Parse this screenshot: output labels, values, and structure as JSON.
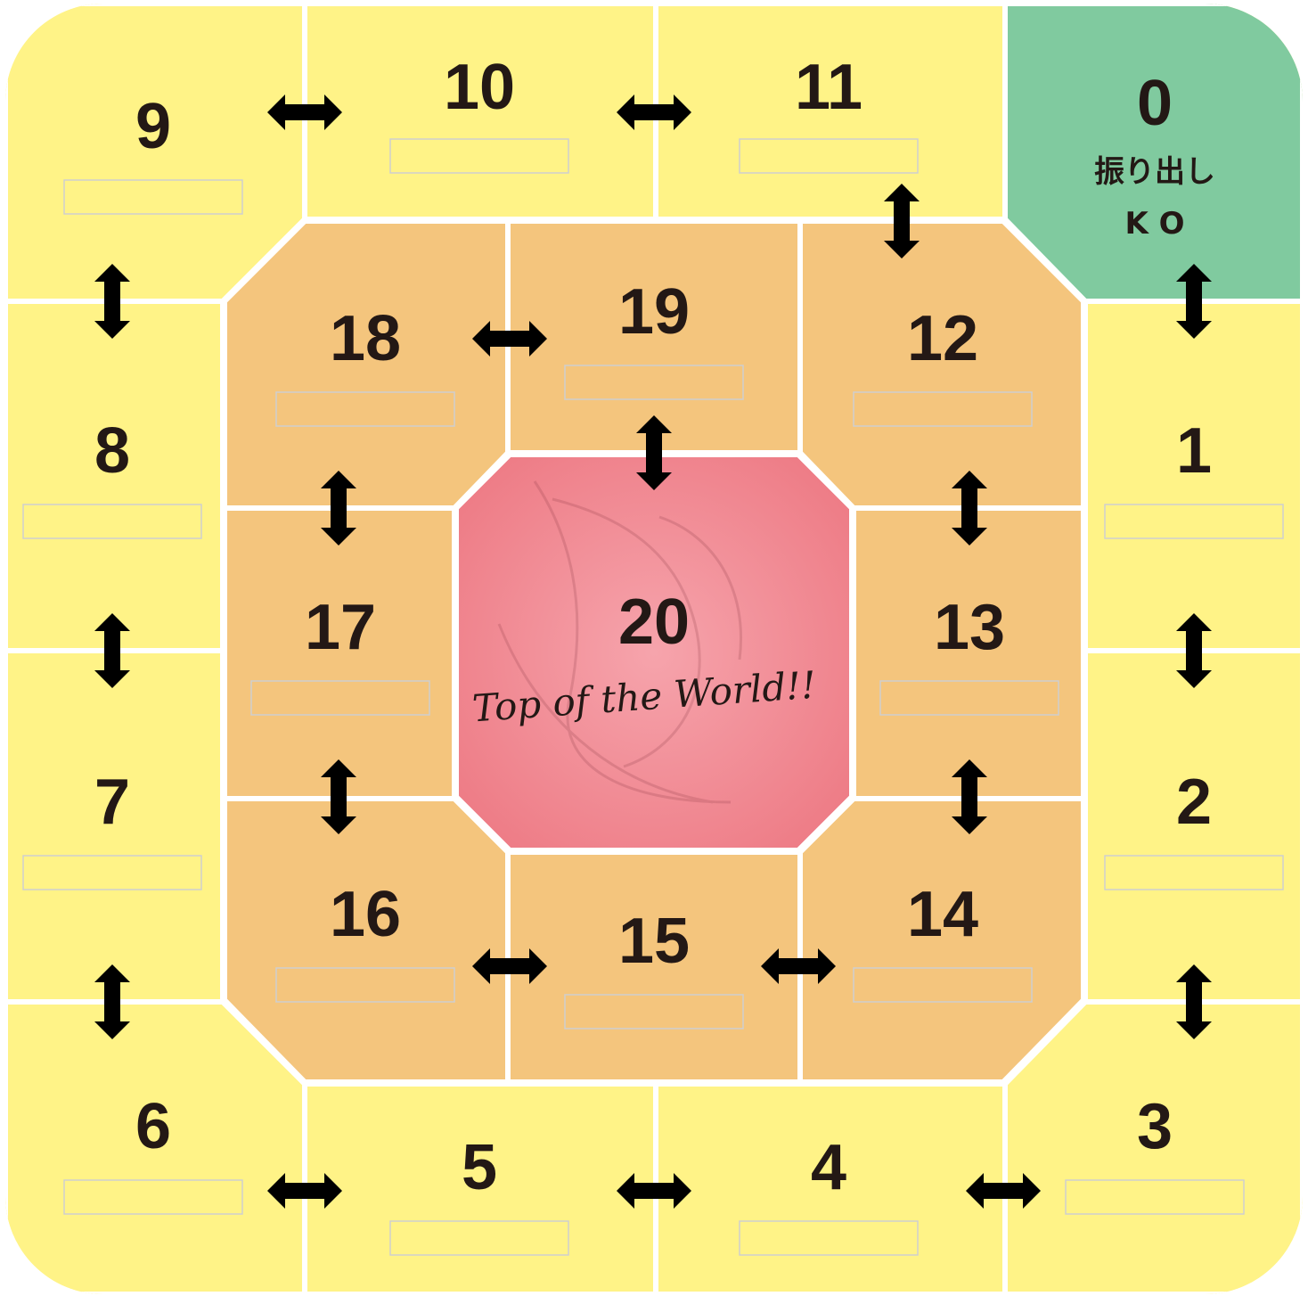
{
  "colors": {
    "outer_ring": "#fff387",
    "middle_ring": "#f4c57d",
    "center": "#ee7d87",
    "start_cell": "#80ca9f",
    "border": "#ffffff",
    "text": "#231815"
  },
  "start": {
    "number": "0",
    "line1": "振り出し",
    "line2": "K O"
  },
  "outer_cells": [
    "1",
    "2",
    "3",
    "4",
    "5",
    "6",
    "7",
    "8",
    "9",
    "10",
    "11"
  ],
  "middle_cells": [
    "12",
    "13",
    "14",
    "15",
    "16",
    "17",
    "18",
    "19"
  ],
  "center": {
    "number": "20",
    "caption": "Top of the World!!"
  },
  "arrow_icon": "double-arrow-icon"
}
